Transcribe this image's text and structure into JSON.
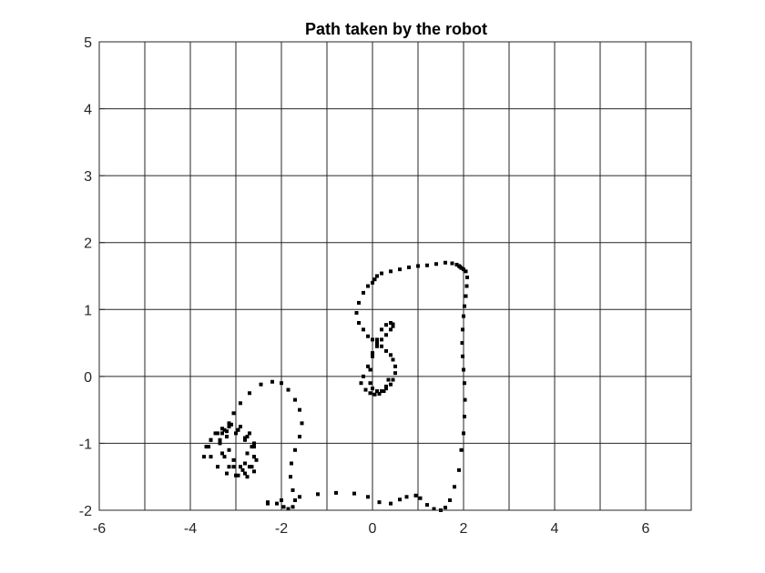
{
  "chart_data": {
    "type": "scatter",
    "title": "Path taken by the robot",
    "xlabel": "",
    "ylabel": "",
    "xlim": [
      -6,
      7
    ],
    "ylim": [
      -2,
      5
    ],
    "xticks": [
      -6,
      -4,
      -2,
      0,
      2,
      4,
      6
    ],
    "yticks": [
      -2,
      -1,
      0,
      1,
      2,
      3,
      4,
      5
    ],
    "xgrid": [
      -6,
      -5,
      -4,
      -3,
      -2,
      -1,
      0,
      1,
      2,
      3,
      4,
      5,
      6,
      7
    ],
    "ygrid": [
      -2,
      -1,
      0,
      1,
      2,
      3,
      4,
      5
    ],
    "grid": true,
    "legend": "none",
    "marker_color": "#000000",
    "grid_color": "#262626",
    "series": [
      {
        "x": [
          -2.3,
          -2.0,
          -1.6,
          -1.2,
          -0.8,
          -0.4,
          -0.1,
          0.15,
          0.4,
          0.6,
          0.75,
          0.95,
          1.05,
          1.2,
          1.35,
          1.5,
          1.6,
          1.7,
          1.8,
          1.9,
          1.95,
          2.0,
          2.02,
          2.03,
          2.02,
          2.0,
          1.98,
          1.97,
          1.98,
          2.0,
          2.02,
          2.05,
          2.07,
          2.08,
          2.05,
          2.0,
          1.95,
          1.92,
          1.9,
          1.85,
          1.75,
          1.6,
          1.4,
          1.2,
          1.0,
          0.8,
          0.6,
          0.4,
          0.2,
          0.1,
          0.05,
          0.0,
          -0.1,
          -0.2,
          -0.3,
          -0.35,
          -0.3,
          -0.2,
          -0.1,
          0.0,
          0.1,
          0.2,
          0.3,
          0.4,
          0.45,
          0.5,
          0.5,
          0.45,
          0.4,
          0.3,
          0.2,
          0.1,
          0.0,
          -0.05,
          -0.05,
          0.0,
          0.1,
          0.2,
          0.3,
          0.4,
          0.45,
          0.45,
          0.4,
          0.3,
          0.2,
          0.1,
          0.0,
          -0.1,
          -0.2,
          -0.25,
          -0.15,
          -0.05,
          0.05,
          0.15,
          0.25,
          0.3,
          0.35
        ],
        "y": [
          -1.9,
          -1.85,
          -1.8,
          -1.76,
          -1.74,
          -1.75,
          -1.8,
          -1.88,
          -1.9,
          -1.84,
          -1.8,
          -1.78,
          -1.82,
          -1.92,
          -1.98,
          -2.0,
          -1.96,
          -1.85,
          -1.65,
          -1.4,
          -1.1,
          -0.85,
          -0.6,
          -0.35,
          -0.1,
          0.1,
          0.3,
          0.5,
          0.7,
          0.9,
          1.05,
          1.2,
          1.35,
          1.48,
          1.57,
          1.6,
          1.62,
          1.64,
          1.65,
          1.67,
          1.69,
          1.7,
          1.68,
          1.66,
          1.65,
          1.63,
          1.6,
          1.57,
          1.54,
          1.5,
          1.45,
          1.4,
          1.35,
          1.25,
          1.1,
          0.95,
          0.8,
          0.7,
          0.6,
          0.55,
          0.5,
          0.45,
          0.38,
          0.32,
          0.25,
          0.15,
          0.05,
          -0.05,
          -0.12,
          -0.18,
          -0.22,
          -0.22,
          -0.18,
          -0.1,
          0.1,
          0.3,
          0.45,
          0.55,
          0.62,
          0.7,
          0.75,
          0.78,
          0.8,
          0.77,
          0.7,
          0.55,
          0.35,
          0.15,
          0.0,
          -0.1,
          -0.2,
          -0.25,
          -0.27,
          -0.26,
          -0.22,
          -0.15,
          -0.05
        ]
      },
      {
        "x": [
          -2.3,
          -2.1,
          -1.95,
          -1.85,
          -1.75,
          -1.7,
          -1.75,
          -1.8,
          -1.78,
          -1.7,
          -1.6,
          -1.55,
          -1.6,
          -1.7,
          -1.85,
          -2.0,
          -2.2,
          -2.45,
          -2.7,
          -2.9,
          -3.05,
          -3.15,
          -3.2,
          -3.15,
          -3.05,
          -2.9,
          -2.8,
          -2.75,
          -2.8,
          -2.95,
          -3.15,
          -3.3,
          -3.35,
          -3.25,
          -3.05,
          -2.85,
          -2.7,
          -2.6,
          -2.6,
          -2.7,
          -2.9,
          -3.1,
          -3.25,
          -3.35,
          -3.3,
          -3.15,
          -2.95,
          -2.75,
          -2.6,
          -2.55,
          -2.6,
          -2.75,
          -2.95,
          -3.15,
          -3.3,
          -3.45,
          -3.55,
          -3.6,
          -3.55,
          -3.4,
          -3.2,
          -3.0,
          -2.8,
          -2.65,
          -2.6,
          -2.65,
          -2.8,
          -3.0,
          -3.2,
          -3.4,
          -3.55,
          -3.65,
          -3.7
        ],
        "y": [
          -1.88,
          -1.9,
          -1.95,
          -1.98,
          -1.95,
          -1.85,
          -1.7,
          -1.5,
          -1.3,
          -1.1,
          -0.9,
          -0.7,
          -0.5,
          -0.35,
          -0.2,
          -0.1,
          -0.08,
          -0.12,
          -0.25,
          -0.4,
          -0.55,
          -0.7,
          -0.9,
          -1.1,
          -1.25,
          -1.35,
          -1.3,
          -1.15,
          -0.95,
          -0.8,
          -0.75,
          -0.85,
          -1.0,
          -1.2,
          -1.35,
          -1.4,
          -1.35,
          -1.2,
          -1.0,
          -0.85,
          -0.75,
          -0.72,
          -0.8,
          -0.95,
          -1.15,
          -1.35,
          -1.48,
          -1.5,
          -1.42,
          -1.25,
          -1.05,
          -0.9,
          -0.8,
          -0.75,
          -0.78,
          -0.85,
          -0.95,
          -1.05,
          -1.2,
          -1.35,
          -1.45,
          -1.48,
          -1.45,
          -1.35,
          -1.2,
          -1.05,
          -0.92,
          -0.85,
          -0.82,
          -0.85,
          -0.95,
          -1.05,
          -1.2
        ]
      }
    ]
  }
}
